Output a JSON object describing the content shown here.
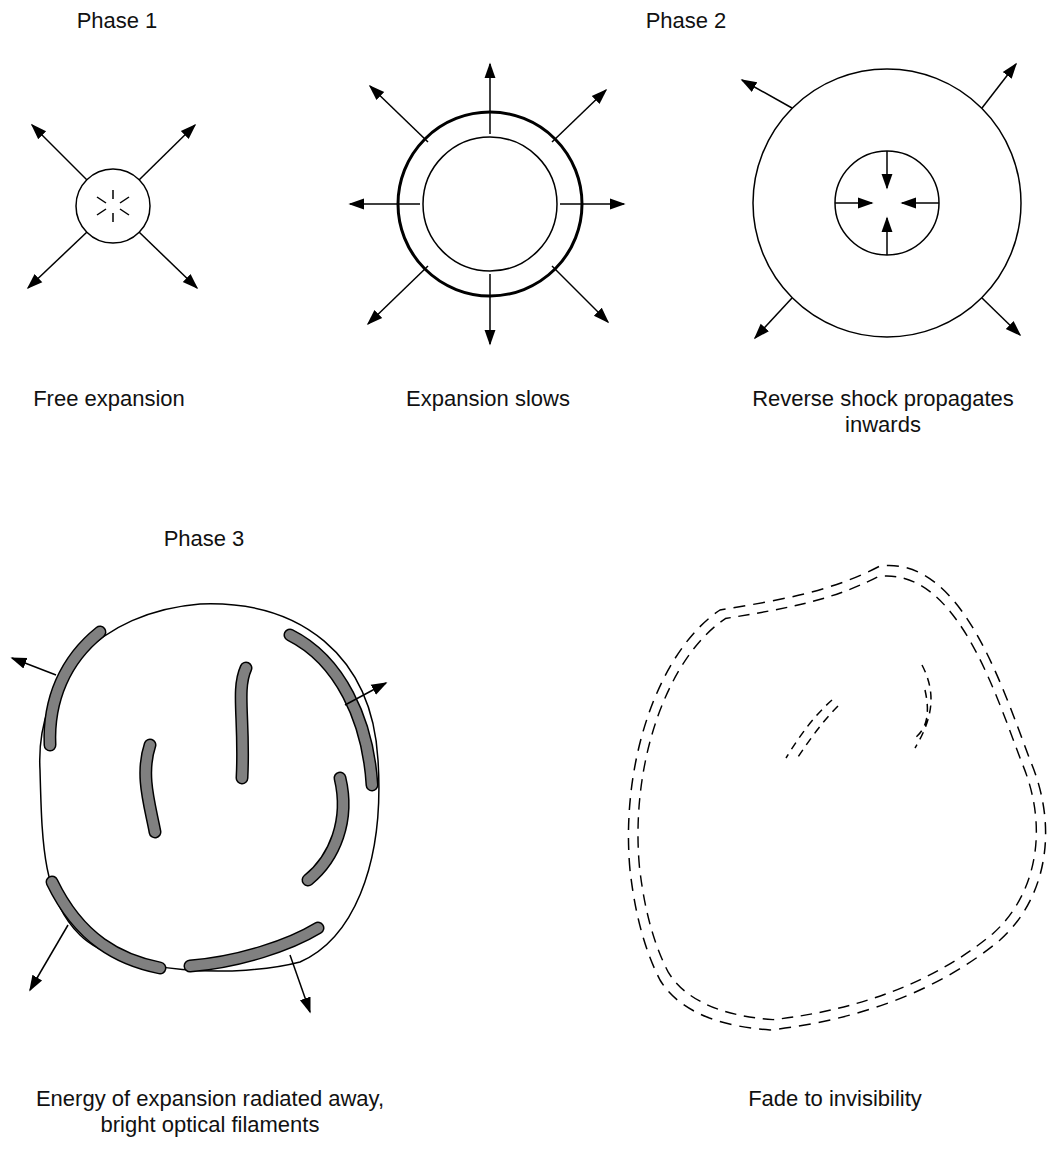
{
  "diagram": {
    "labels": [
      "Phase 1",
      "Phase 2",
      "Free expansion",
      "Expansion slows",
      "Reverse shock propagates inwards",
      "Phase 3",
      "Energy of expansion radiated away, bright optical filaments",
      "Fade to invisibility"
    ]
  }
}
